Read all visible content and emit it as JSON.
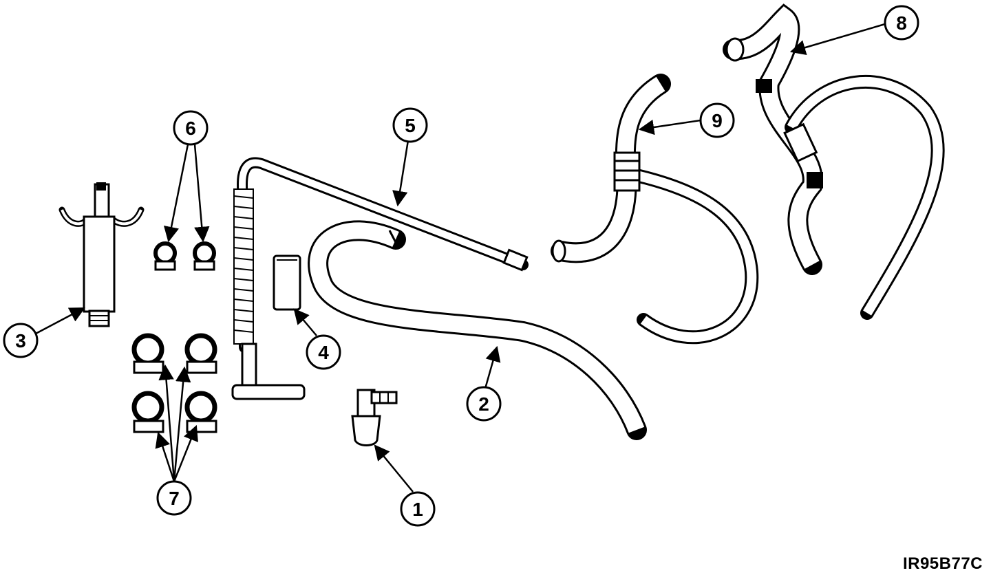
{
  "figure": {
    "id_label": "IR95B77C"
  },
  "callouts": {
    "c1": "1",
    "c2": "2",
    "c3": "3",
    "c4": "4",
    "c5": "5",
    "c6": "6",
    "c7": "7",
    "c8": "8",
    "c9": "9"
  }
}
